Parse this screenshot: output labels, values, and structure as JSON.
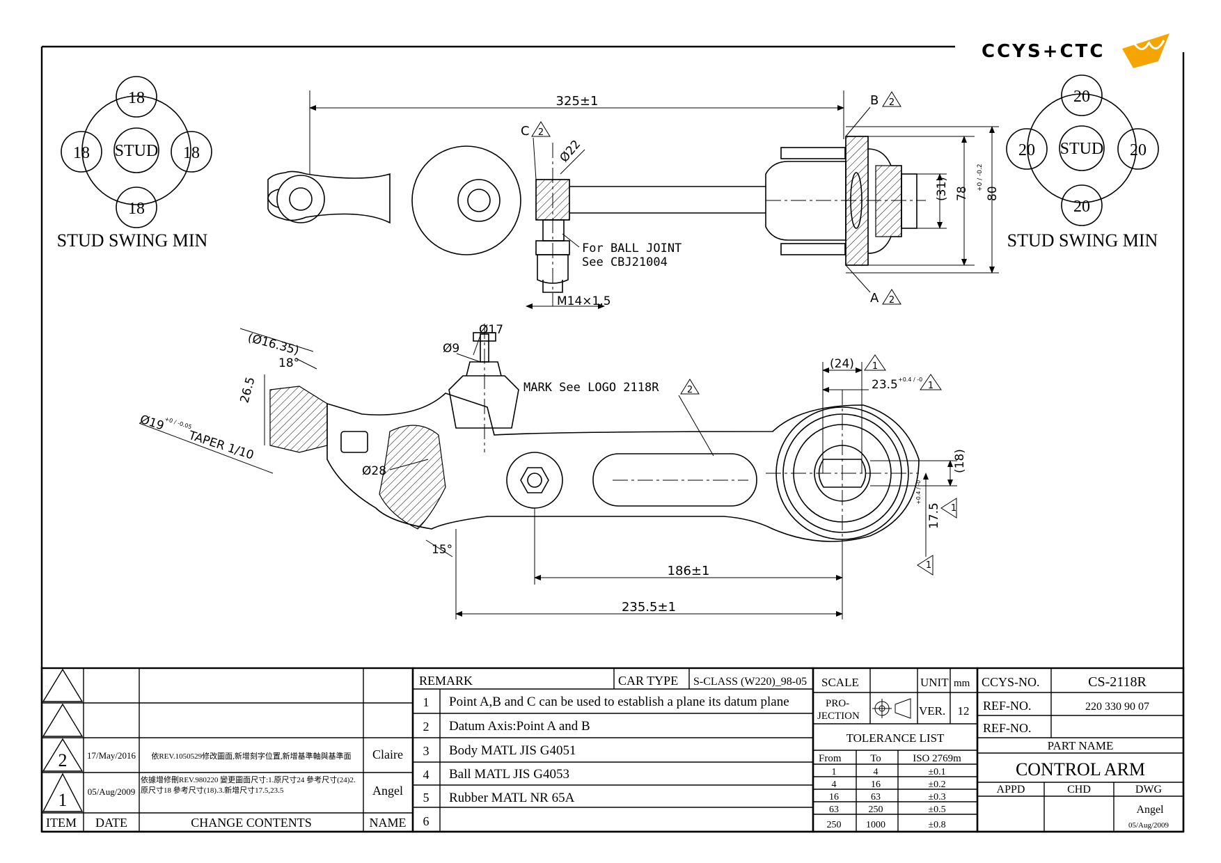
{
  "logo": {
    "text": "CCYS+CTC",
    "accent": "#f5a400",
    "text_color": "#555555"
  },
  "stud_swing_left": {
    "center": "STUD",
    "top": "18",
    "left": "18",
    "right": "18",
    "bottom": "18",
    "caption": "STUD SWING MIN"
  },
  "stud_swing_right": {
    "center": "STUD",
    "top": "20",
    "left": "20",
    "right": "20",
    "bottom": "20",
    "caption": "STUD SWING MIN"
  },
  "top_view": {
    "dim_length": "325±1",
    "label_b": "B",
    "label_a": "A",
    "label_c": "C",
    "rev_mark": "2",
    "dim_phi22": "Ø22",
    "ball_joint_note_1": "For BALL JOINT",
    "ball_joint_note_2": "See CBJ21004",
    "thread": "M14×1.5",
    "dim_31": "(31)",
    "dim_78": "78",
    "dim_80": "80",
    "dim_80_tol": "+0 / -0.2"
  },
  "side_view": {
    "dim_phi16": "(Ø16.35)",
    "angle_18": "18°",
    "dim_26": "26.5",
    "taper_text": "TAPER 1/10",
    "taper_dim": "Ø19",
    "taper_tol": "+0 / -0.05",
    "dim_phi9": "Ø9",
    "dim_phi17": "Ø17",
    "mark_note": "MARK See LOGO 2118R",
    "dim_phi28": "Ø28",
    "angle_15": "15°",
    "dim_24": "(24)",
    "dim_23": "23.5",
    "dim_23_tol": "+0.4 / -0",
    "dim_18": "(18)",
    "dim_17": "17.5",
    "dim_17_tol": "+0.4 / -0",
    "dim_186": "186±1",
    "dim_235": "235.5±1",
    "rev1": "1",
    "rev2": "2"
  },
  "revisions": {
    "headers": {
      "item": "ITEM",
      "date": "DATE",
      "contents": "CHANGE CONTENTS",
      "name": "NAME"
    },
    "rows": [
      {
        "item": "2",
        "date": "17/May/2016",
        "contents": "依REV.1050529修改圖面,新增刻字位置,新增基準軸與基準面",
        "name": "Claire"
      },
      {
        "item": "1",
        "date": "05/Aug/2009",
        "contents": "依據增修刪REV.980220 變更圖面尺寸:1.原尺寸24 參考尺寸(24)2.原尺寸18 參考尺寸(18).3.新增尺寸17.5,23.5",
        "name": "Angel"
      }
    ]
  },
  "remark": {
    "title": "REMARK",
    "car_type_label": "CAR TYPE",
    "car_type": "S-CLASS (W220)_98-05",
    "items": [
      {
        "no": "1",
        "text": "Point A,B and C can be used to establish a plane its datum plane"
      },
      {
        "no": "2",
        "text": "Datum Axis:Point A and B"
      },
      {
        "no": "3",
        "text": "Body MATL JIS G4051"
      },
      {
        "no": "4",
        "text": "Ball MATL JIS G4053"
      },
      {
        "no": "5",
        "text": "Rubber MATL NR 65A"
      },
      {
        "no": "6",
        "text": ""
      }
    ]
  },
  "scale_block": {
    "scale_label": "SCALE",
    "unit_label": "UNIT",
    "unit": "mm",
    "projection_label_1": "PRO-",
    "projection_label_2": "JECTION",
    "ver_label": "VER.",
    "ver": "12"
  },
  "tolerance": {
    "title": "TOLERANCE LIST",
    "headers": [
      "From",
      "To",
      "ISO 2769m"
    ],
    "rows": [
      [
        "1",
        "4",
        "±0.1"
      ],
      [
        "4",
        "16",
        "±0.2"
      ],
      [
        "16",
        "63",
        "±0.3"
      ],
      [
        "63",
        "250",
        "±0.5"
      ],
      [
        "250",
        "1000",
        "±0.8"
      ]
    ]
  },
  "title_block": {
    "ccys_label": "CCYS-NO.",
    "ccys_no": "CS-2118R",
    "ref1_label": "REF-NO.",
    "ref1": "220 330 90 07",
    "ref2_label": "REF-NO.",
    "ref2": "",
    "part_name_label": "PART NAME",
    "part_name": "CONTROL ARM",
    "appd": "APPD",
    "chd": "CHD",
    "dwg": "DWG",
    "drawer": "Angel",
    "draw_date": "05/Aug/2009"
  }
}
